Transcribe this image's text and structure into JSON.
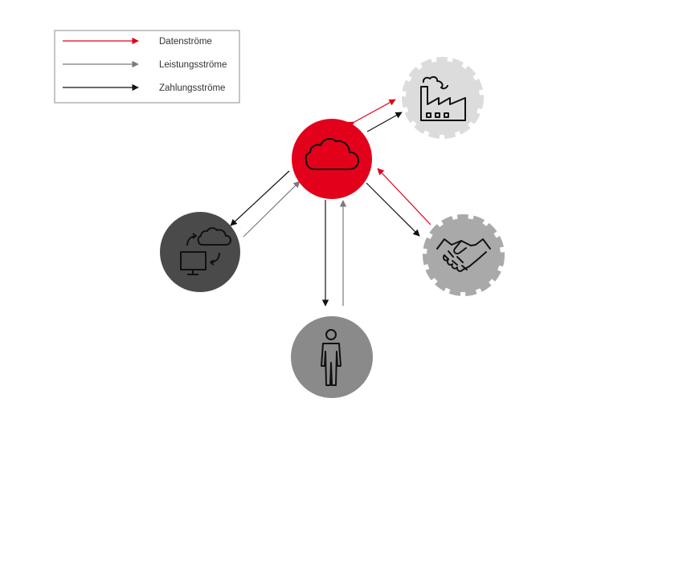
{
  "legend": {
    "items": [
      {
        "label": "Datenströme",
        "color": "#e2001a"
      },
      {
        "label": "Leistungsströme",
        "color": "#7a7a7a"
      },
      {
        "label": "Zahlungsströme",
        "color": "#111111"
      }
    ]
  },
  "nodes": {
    "cloud": {
      "icon": "cloud-icon",
      "fill": "#e2001a"
    },
    "factory": {
      "icon": "factory-icon",
      "fill": "#dcdcdc",
      "style": "gear"
    },
    "computer": {
      "icon": "computer-cloud-sync-icon",
      "fill": "#4a4a4a"
    },
    "handshake": {
      "icon": "handshake-icon",
      "fill": "#a9a9a9",
      "style": "gear"
    },
    "person": {
      "icon": "person-icon",
      "fill": "#8a8a8a"
    }
  }
}
